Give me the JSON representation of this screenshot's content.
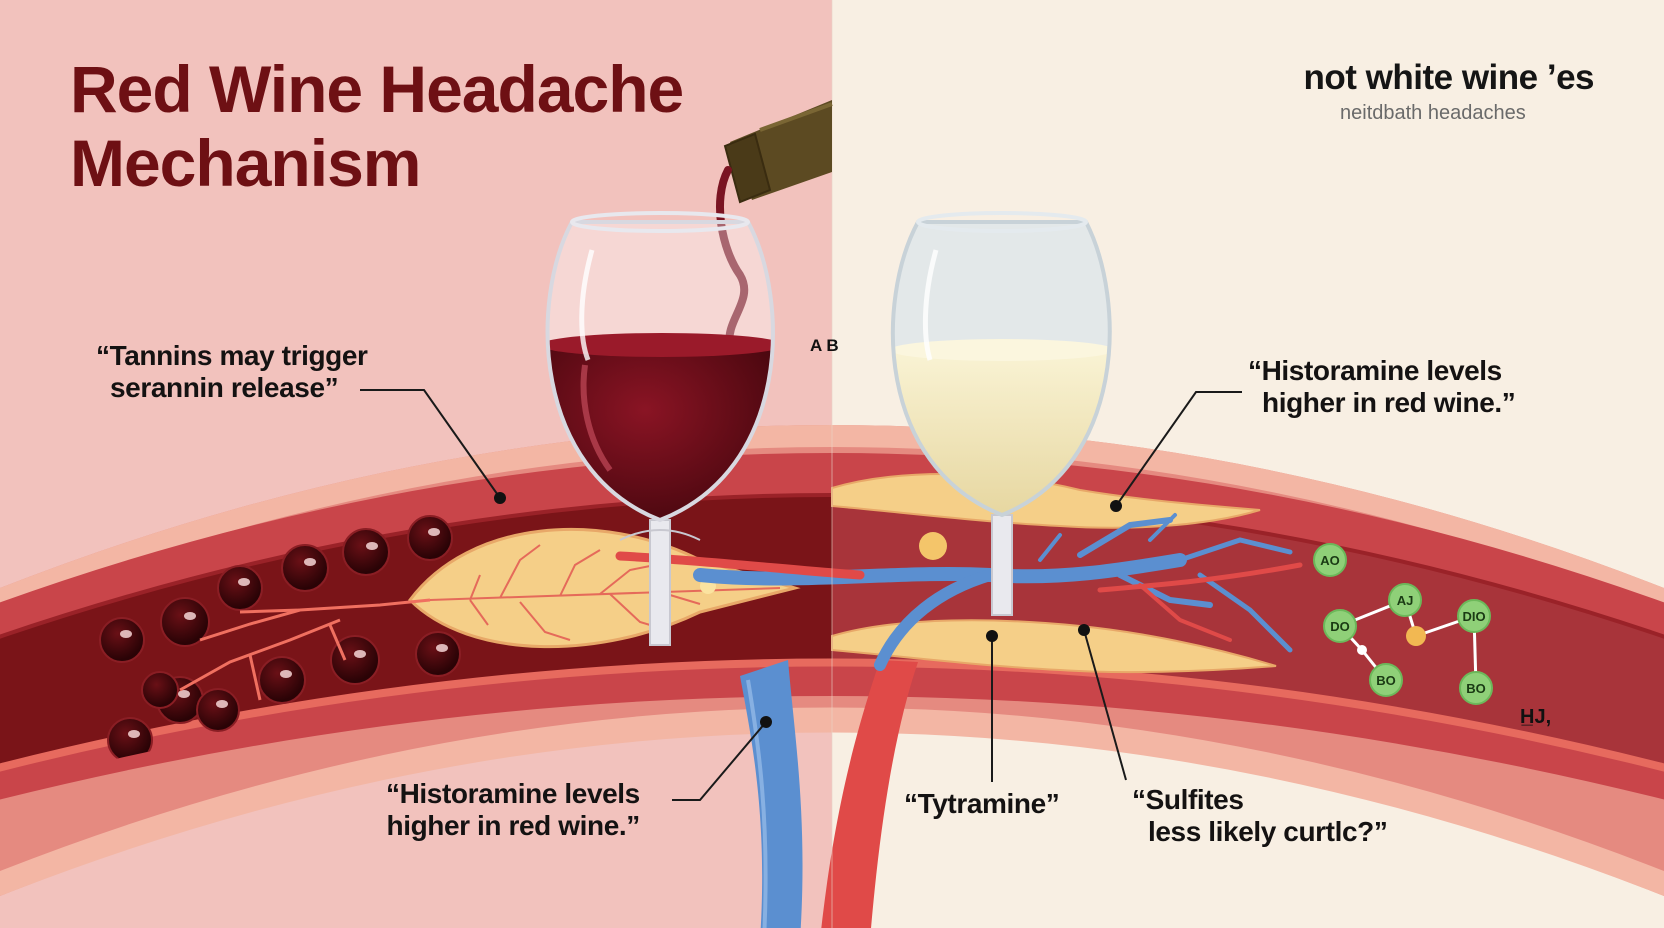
{
  "title": {
    "line1": "Red Wine Headache",
    "line2": "Mechanism"
  },
  "right_header": {
    "title": "not white wine ’es",
    "subtitle": "neitdbath headaches"
  },
  "center_mark": "A B",
  "callouts": {
    "tannins": {
      "line1": "“Tannins may trigger",
      "line2": "serannin release”"
    },
    "histamine_right": {
      "line1": "“Historamine levels",
      "line2": "higher in red wine.”"
    },
    "histamine_left": {
      "line1": "“Historamine levels",
      "line2": "higher in red wine.”"
    },
    "tyramine": "“Tytramine”",
    "sulfites": {
      "line1": "“Sulfites",
      "line2": "less likely curtlc?”"
    }
  },
  "molecule_labels": [
    "AO",
    "AJ",
    "DO",
    "DIO",
    "BO",
    "BO"
  ],
  "side_mark": "H̲J,",
  "colors": {
    "left_bg": "#f2c2bd",
    "right_bg": "#f8efe3",
    "title": "#6e1014",
    "red_wine": "#5a0a12",
    "white_wine": "#f2e8c0",
    "vessel_wall": "#c9454a",
    "vessel_lumen": "#7a1418",
    "vein_blue": "#5b8fd0",
    "artery_red": "#e04a48",
    "fat_yellow": "#f5cf88",
    "molecule_green": "#8fd078"
  }
}
